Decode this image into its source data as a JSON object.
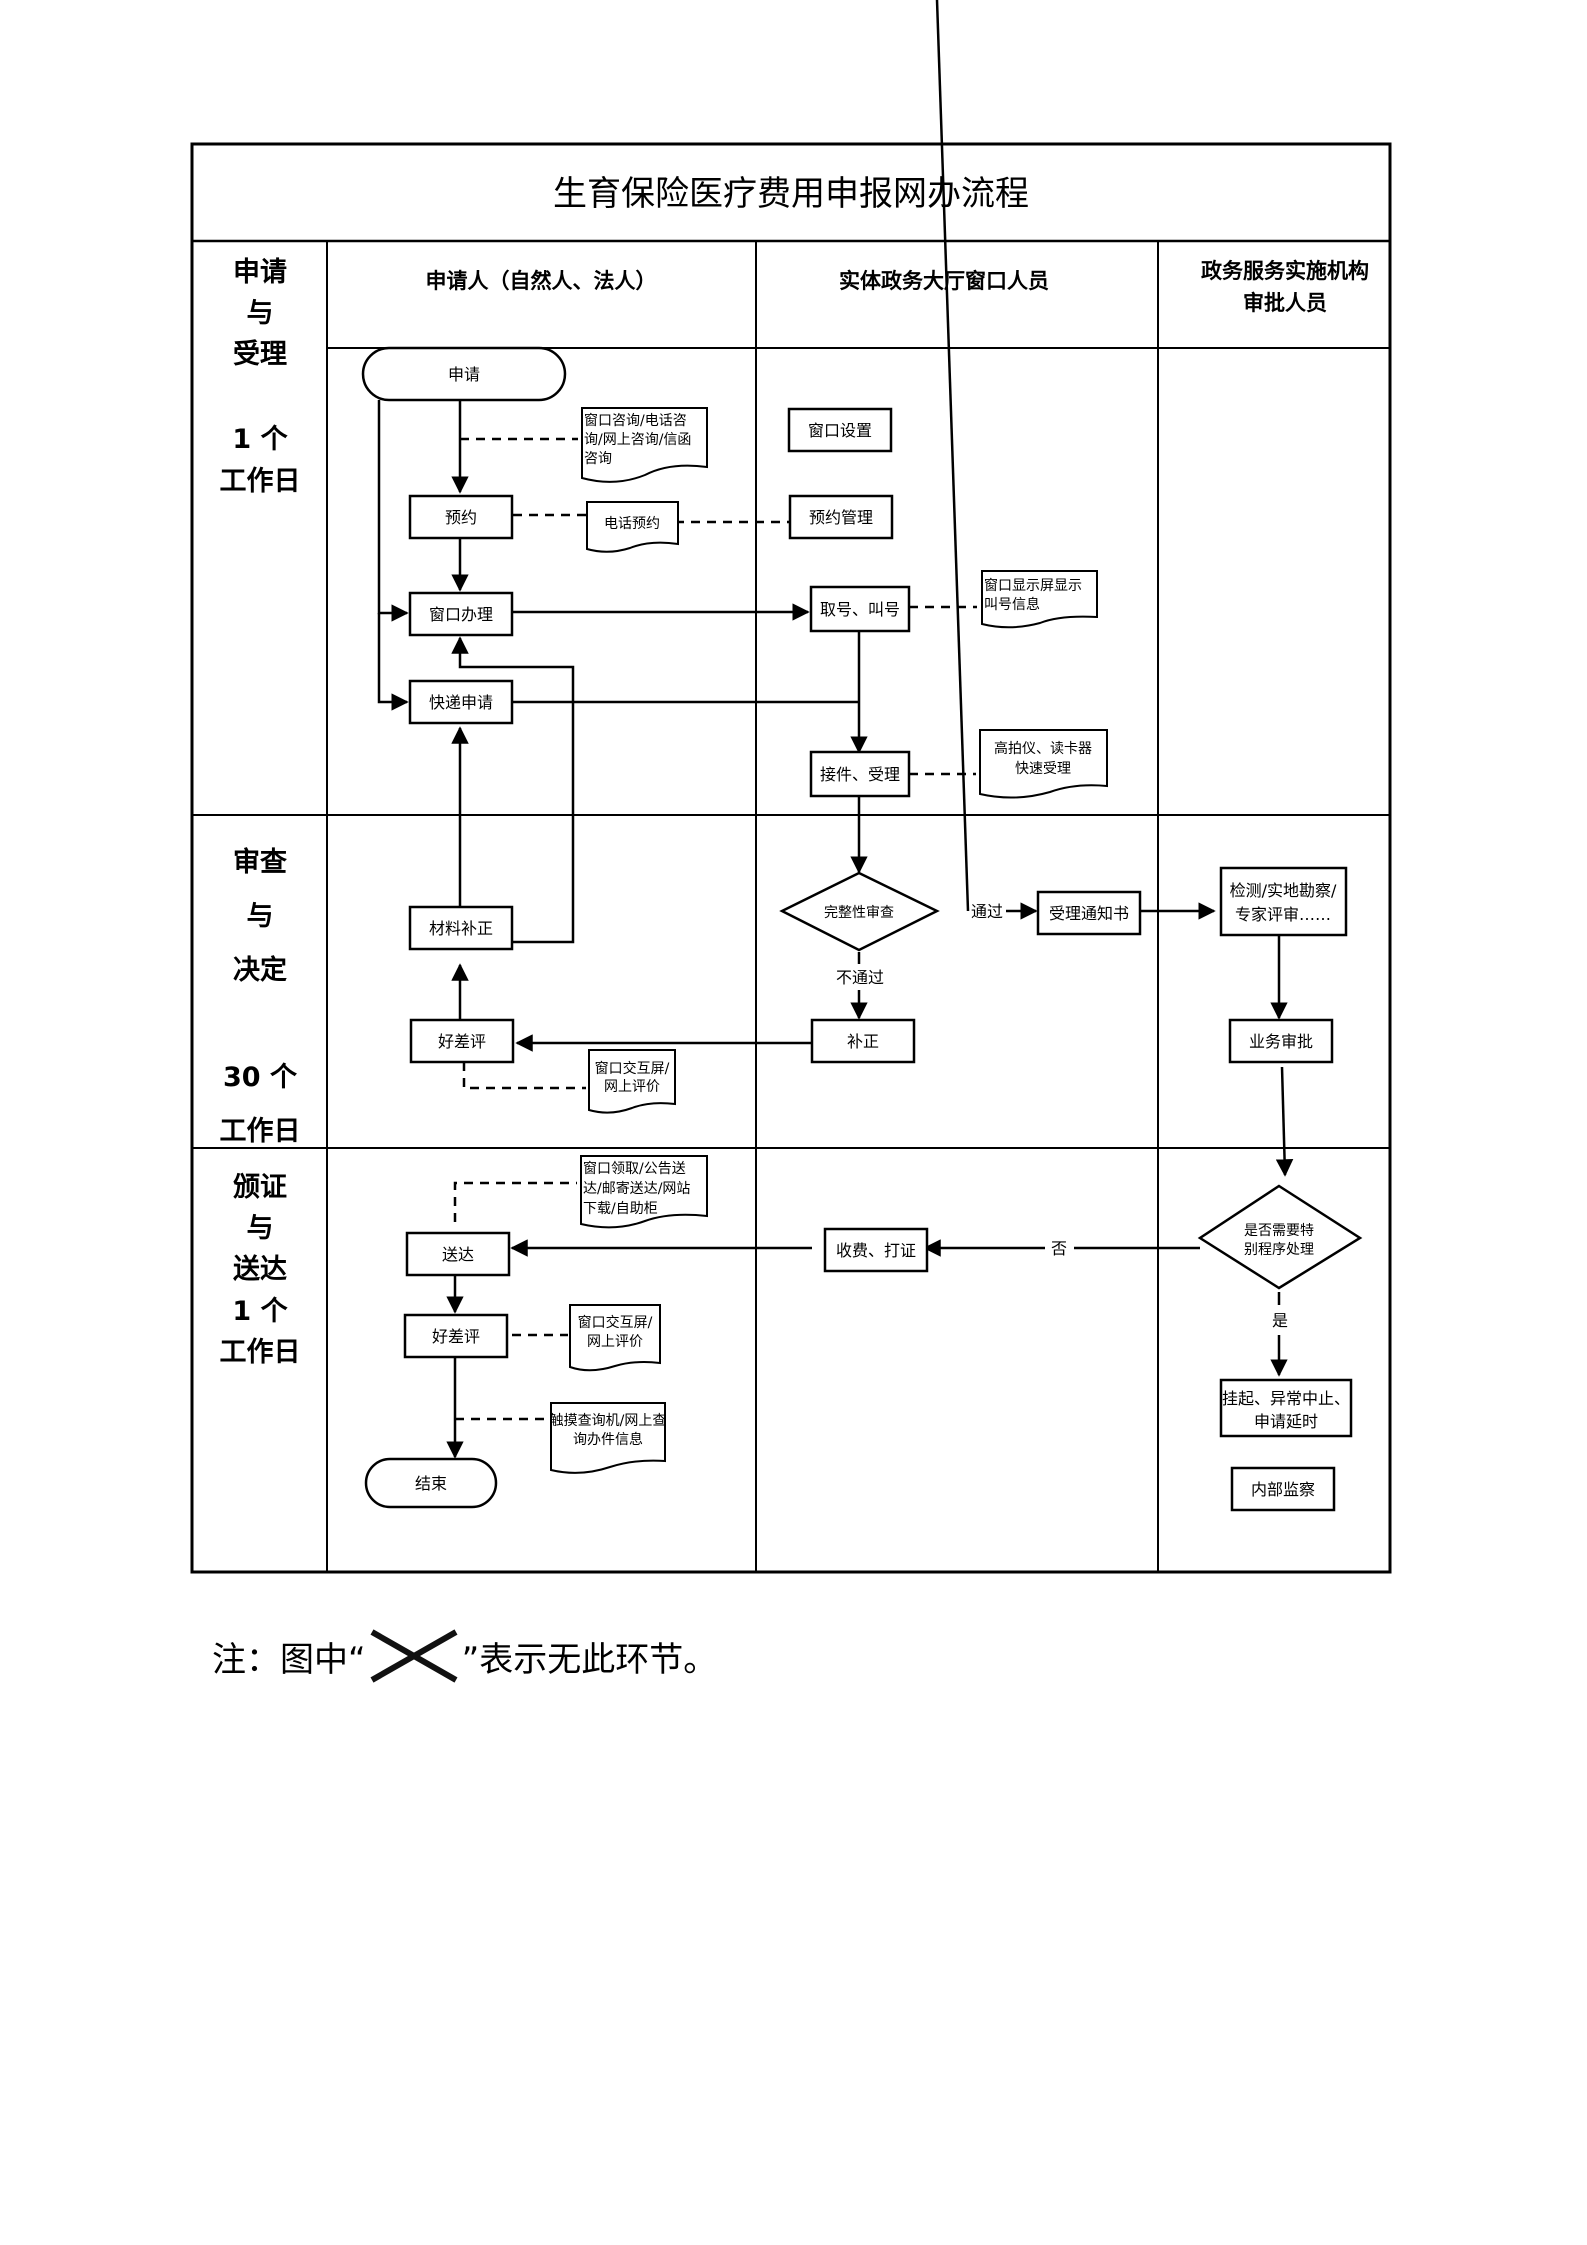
{
  "title": "生育保险医疗费用申报网办流程",
  "lanes": [
    {
      "label_lines": [
        "申请人（自然人、法人）"
      ]
    },
    {
      "label_lines": [
        "实体政务大厅窗口人员"
      ]
    },
    {
      "label_lines": [
        "政务服务实施机构",
        "审批人员"
      ]
    }
  ],
  "stages": [
    {
      "lines": [
        "申请",
        "与",
        "受理",
        "",
        "1 个",
        "工作日"
      ]
    },
    {
      "lines": [
        "审查",
        "与",
        "决定",
        "",
        "30 个",
        "工作日"
      ]
    },
    {
      "lines": [
        "颁证",
        "与",
        "送达",
        "1 个",
        "工作日"
      ]
    }
  ],
  "nodes": {
    "apply": "申请",
    "reserve": "预约",
    "window_handle": "窗口办理",
    "express_apply": "快递申请",
    "supplement_material": "材料补正",
    "rate_1": "好差评",
    "deliver": "送达",
    "rate_2": "好差评",
    "end": "结束",
    "window_setup": "窗口设置",
    "reserve_manage": "预约管理",
    "take_number": "取号、叫号",
    "receive_accept": "接件、受理",
    "completeness_check": "完整性审查",
    "accept_notice": "受理通知书",
    "correction": "补正",
    "charge_print": "收费、打证",
    "inspection_lines": [
      "检测/实地勘察/",
      "专家评审……"
    ],
    "business_approval": "业务审批",
    "special_check_lines": [
      "是否需要特",
      "别程序处理"
    ],
    "suspend_lines": [
      "挂起、异常中止、",
      "申请延时"
    ],
    "internal_supervision": "内部监察"
  },
  "documents": {
    "consult_lines": [
      "窗口咨询/电话咨",
      "询/网上咨询/信函",
      "咨询"
    ],
    "phone_reserve": "电话预约",
    "screen_display_lines": [
      "窗口显示屏显示",
      "叫号信息"
    ],
    "scanner_lines": [
      "高拍仪、读卡器",
      "快速受理"
    ],
    "rating_1_lines": [
      "窗口交互屏/",
      "网上评价"
    ],
    "delivery_methods_lines": [
      "窗口领取/公告送",
      "达/邮寄送达/网站",
      "下载/自助柜"
    ],
    "rating_2_lines": [
      "窗口交互屏/",
      "网上评价"
    ],
    "query_lines": [
      "触摸查询机/网上查",
      "询办件信息"
    ]
  },
  "edge_labels": {
    "pass": "通过",
    "fail": "不通过",
    "no": "否",
    "yes": "是"
  },
  "note": {
    "prefix": "注：图中“",
    "suffix": "”表示无此环节。"
  }
}
